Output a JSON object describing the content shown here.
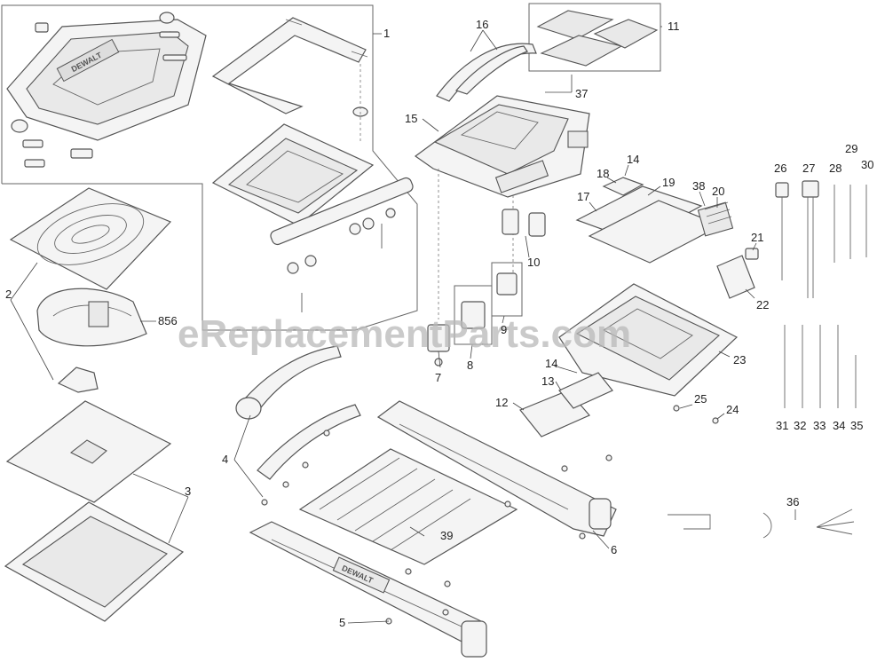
{
  "watermark": "eReplacementParts.com",
  "brand_text": "DEWALT",
  "callouts": {
    "c1": "1",
    "c2": "2",
    "c3": "3",
    "c4": "4",
    "c5": "5",
    "c6": "6",
    "c7": "7",
    "c8": "8",
    "c9": "9",
    "c10": "10",
    "c11": "11",
    "c12": "12",
    "c13": "13",
    "c14a": "14",
    "c14b": "14",
    "c15": "15",
    "c16": "16",
    "c17": "17",
    "c18": "18",
    "c19": "19",
    "c20": "20",
    "c21": "21",
    "c22": "22",
    "c23": "23",
    "c24": "24",
    "c25": "25",
    "c26": "26",
    "c27": "27",
    "c28": "28",
    "c29": "29",
    "c30": "30",
    "c31": "31",
    "c32": "32",
    "c33": "33",
    "c34": "34",
    "c35": "35",
    "c36": "36",
    "c37": "37",
    "c38": "38",
    "c39": "39",
    "c856": "856"
  }
}
